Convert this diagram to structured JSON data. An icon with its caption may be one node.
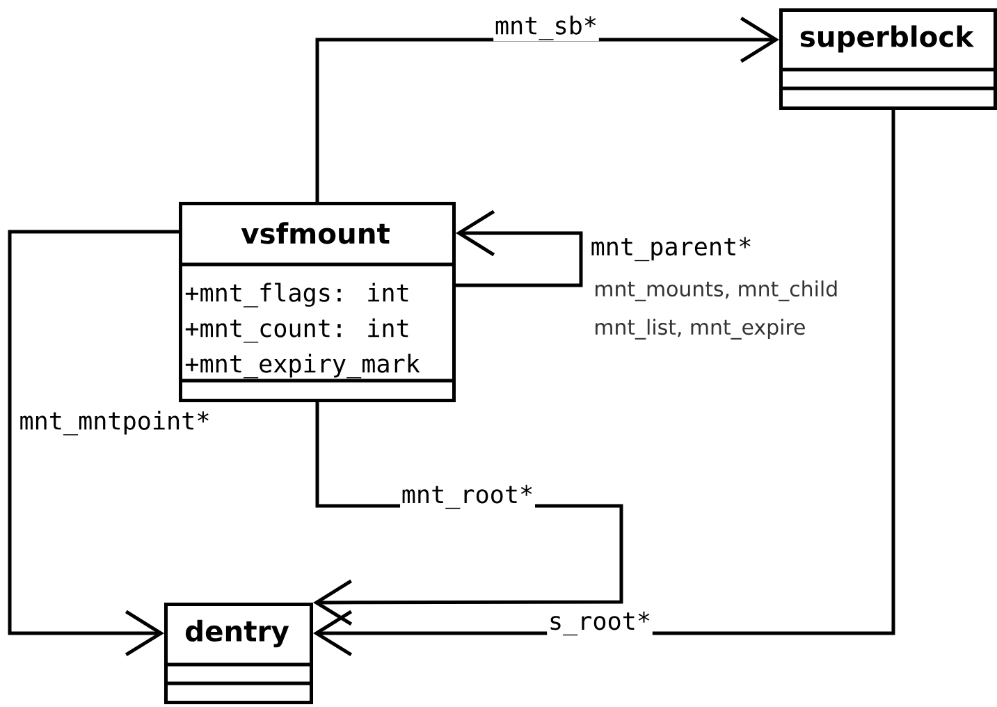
{
  "diagram": {
    "nodes": [
      {
        "text": [
          "superblock"
        ]
      },
      {
        "text": [
          "vsfmount",
          "+mnt_flags: int",
          "+mnt_count: int",
          "+mnt_expiry_mark"
        ]
      },
      {
        "text": [
          "dentry"
        ]
      }
    ],
    "edges": [
      {
        "from": 1,
        "to": 0,
        "arrow": "to",
        "label": "mnt_sb*"
      },
      {
        "from": 1,
        "to": 1,
        "arrow": "to",
        "label": "mnt_parent*"
      },
      {
        "from": 1,
        "to": 2,
        "arrow": "to",
        "label": "mnt_mntpoint*"
      },
      {
        "from": 1,
        "to": 2,
        "arrow": "to",
        "label": "mnt_root*"
      },
      {
        "from": 0,
        "to": 2,
        "arrow": "to",
        "label": "s_root*"
      }
    ],
    "labels": [
      "mnt_mounts, mnt_child",
      "mnt_list, mnt_expire"
    ]
  }
}
